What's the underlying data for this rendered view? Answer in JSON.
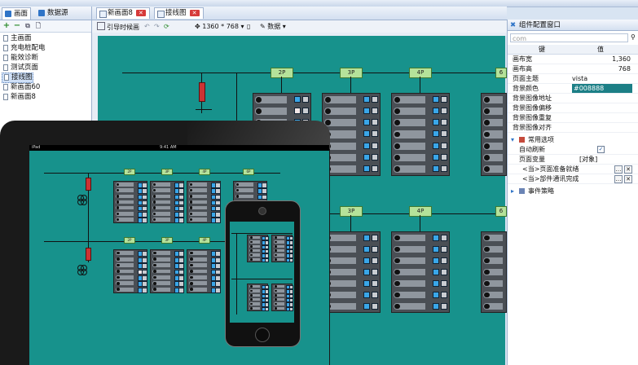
{
  "left_panel": {
    "tabs": [
      "画面",
      "数据源"
    ],
    "tools": [
      "+",
      "−",
      "⧉",
      "🗋"
    ],
    "pages": [
      "主画面",
      "充电桩配电",
      "能效诊断",
      "测试页面",
      "接线图",
      "新画面60",
      "新画面8"
    ],
    "selected_page": "接线图"
  },
  "doc_tabs": [
    {
      "label": "新画面8",
      "close": "✕"
    },
    {
      "label": "接线图",
      "close": "✕"
    }
  ],
  "toolbar": {
    "title": "引导时候画",
    "size_label": "1360 * 768",
    "data_label": "数据"
  },
  "canvas": {
    "top_labels": [
      "2P",
      "3P",
      "4P",
      "6"
    ],
    "bottom_labels": [
      "3P",
      "4P",
      "6"
    ],
    "background": "#17928c"
  },
  "right_panel": {
    "title": "组件配置窗口",
    "search_placeholder": "com",
    "header_key": "键",
    "header_value": "值",
    "props": [
      {
        "key": "画布宽",
        "value": "1,360"
      },
      {
        "key": "画布高",
        "value": "768"
      },
      {
        "key": "页面主题",
        "value": "vista"
      },
      {
        "key": "背景颜色",
        "value": "#008888"
      },
      {
        "key": "背景图像地址",
        "value": ""
      },
      {
        "key": "背景图像偏移",
        "value": ""
      },
      {
        "key": "背景图像重复",
        "value": ""
      },
      {
        "key": "背景图像对齐",
        "value": ""
      }
    ],
    "group_label": "常用选项",
    "auto_refresh": "自动刷新",
    "auto_refresh_checked": "✓",
    "page_var": "页面变量",
    "page_var_value": "[对象]",
    "event1": "<当>页面准备就绪",
    "event2": "<当>部件通讯完成",
    "event_group": "事件策略"
  },
  "ipad": {
    "status_left": "iPad",
    "status_time": "9:41 AM",
    "labels": [
      "2P",
      "3P",
      "4P",
      "6P"
    ]
  },
  "colors": {
    "canvas": "#17928c",
    "label": "#b5e29a",
    "breaker": "#cc3333",
    "led": "#3aa6e8"
  }
}
